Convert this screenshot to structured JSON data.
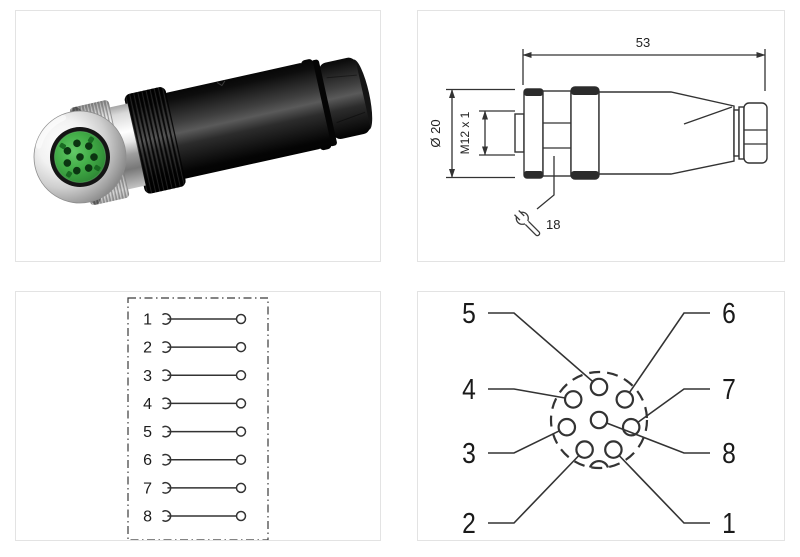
{
  "colors": {
    "line": "#333333",
    "panel_border": "#e3e3e3",
    "insert_green": "#3aa33e",
    "background": "#ffffff"
  },
  "dimension_panel": {
    "total_length": "53",
    "diameter": "Ø 20",
    "thread": "M12 x 1",
    "wrench_size": "18"
  },
  "wiring_panel": {
    "pins": [
      "1",
      "2",
      "3",
      "4",
      "5",
      "6",
      "7",
      "8"
    ]
  },
  "pinout_panel": {
    "left_labels": [
      "5",
      "4",
      "3",
      "2"
    ],
    "right_labels": [
      "6",
      "7",
      "8",
      "1"
    ]
  }
}
